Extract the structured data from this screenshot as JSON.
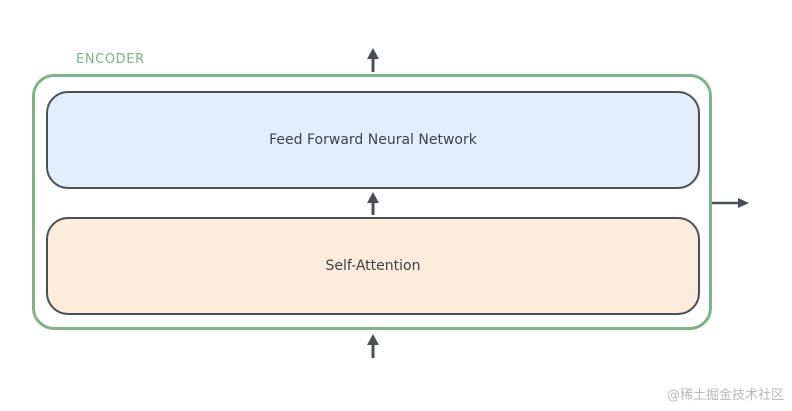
{
  "diagram": {
    "encoder_label": "ENCODER",
    "ffn_label": "Feed Forward Neural Network",
    "self_attention_label": "Self-Attention"
  },
  "watermark": "@稀土掘金技术社区",
  "colors": {
    "encoder_border": "#7fb38a",
    "encoder_text": "#7bb087",
    "layer_border": "#4a4f57",
    "ffn_fill": "#e3eefc",
    "self_attention_fill": "#fdebdc",
    "arrow": "#4a4f57"
  }
}
